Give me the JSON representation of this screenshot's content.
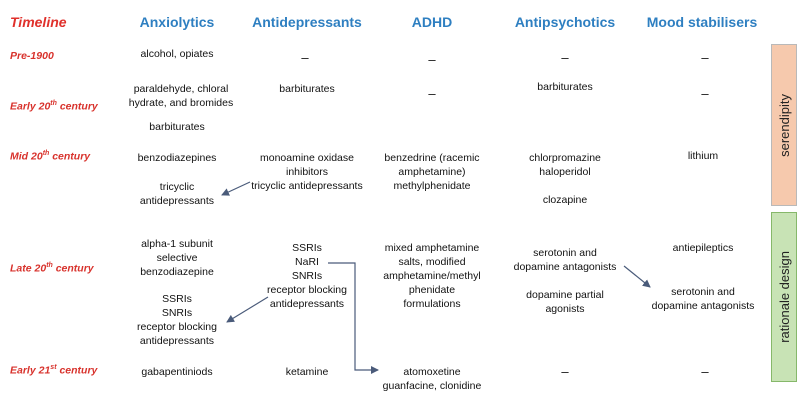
{
  "headers": {
    "timeline": "Timeline",
    "anxiolytics": "Anxiolytics",
    "antidepressants": "Antidepressants",
    "adhd": "ADHD",
    "antipsychotics": "Antipsychotics",
    "mood": "Mood stabilisers"
  },
  "eras": {
    "pre1900": "Pre-1900",
    "early20_prefix": "Early 20",
    "early20_sup": "th",
    "early20_suffix": " century",
    "mid20_prefix": "Mid 20",
    "mid20_sup": "th",
    "mid20_suffix": " century",
    "late20_prefix": "Late 20",
    "late20_sup": "th",
    "late20_suffix": " century",
    "early21_prefix": "Early 21",
    "early21_sup": "st",
    "early21_suffix": " century"
  },
  "dash": "–",
  "anxiolytics": {
    "pre1900": "alcohol, opiates",
    "early20_l1": "paraldehyde, chloral",
    "early20_l2": "hydrate, and bromides",
    "early20_b": "barbiturates",
    "mid20_a": "benzodiazepines",
    "mid20_b_l1": "tricyclic",
    "mid20_b_l2": "antidepressants",
    "late20_a_l1": "alpha-1 subunit",
    "late20_a_l2": "selective",
    "late20_a_l3": "benzodiazepine",
    "late20_b_l1": "SSRIs",
    "late20_b_l2": "SNRIs",
    "late20_b_l3": "receptor blocking",
    "late20_b_l4": "antidepressants",
    "early21": "gabapentiniods"
  },
  "antidepressants": {
    "early20": "barbiturates",
    "mid20_l1": "monoamine oxidase",
    "mid20_l2": "inhibitors",
    "mid20_l3": "tricyclic antidepressants",
    "late20_l1": "SSRIs",
    "late20_l2": "NaRI",
    "late20_l3": "SNRIs",
    "late20_l4": "receptor blocking",
    "late20_l5": "antidepressants",
    "early21": "ketamine"
  },
  "adhd": {
    "mid20_l1": "benzedrine (racemic",
    "mid20_l2": "amphetamine)",
    "mid20_l3": "methylphenidate",
    "late20_l1": "mixed amphetamine",
    "late20_l2": "salts, modified",
    "late20_l3": "amphetamine/methyl",
    "late20_l4": "phenidate",
    "late20_l5": "formulations",
    "early21_l1": "atomoxetine",
    "early21_l2": "guanfacine, clonidine"
  },
  "antipsychotics": {
    "early20": "barbiturates",
    "mid20_l1": "chlorpromazine",
    "mid20_l2": "haloperidol",
    "mid20_b": "clozapine",
    "late20_a_l1": "serotonin and",
    "late20_a_l2": "dopamine antagonists",
    "late20_b_l1": "dopamine partial",
    "late20_b_l2": "agonists"
  },
  "mood": {
    "mid20": "lithium",
    "late20_a": "antiepileptics",
    "late20_b_l1": "serotonin and",
    "late20_b_l2": "dopamine antagonists"
  },
  "bands": {
    "serendipity": "serendipity",
    "rational": "rationale design"
  },
  "colors": {
    "header_blue": "#2e7fc1",
    "era_red": "#d8322c",
    "serendipity_band": "#f6c9ad",
    "rational_band": "#c8e3b5",
    "arrow": "#4a5b7a"
  }
}
